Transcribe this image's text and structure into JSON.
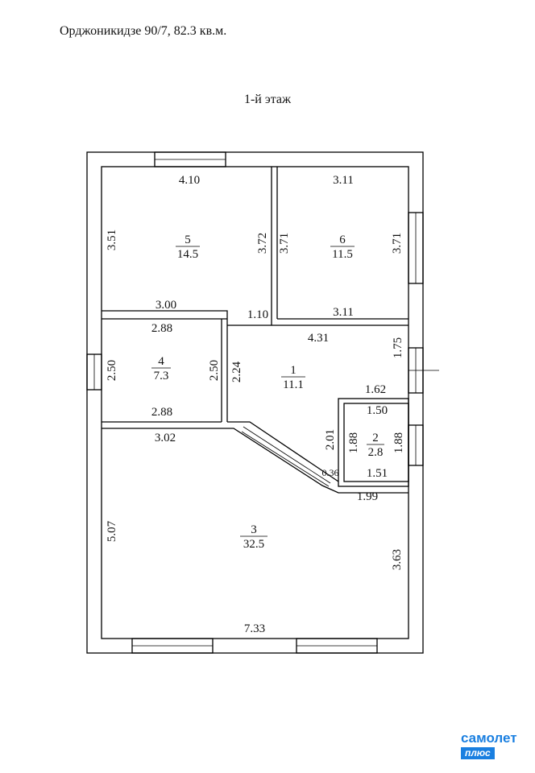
{
  "header": {
    "address": "Орджоникидзе 90/7, 82.3 кв.м.",
    "floor": "1-й  этаж"
  },
  "rooms": [
    {
      "num": "5",
      "area": "14.5"
    },
    {
      "num": "6",
      "area": "11.5"
    },
    {
      "num": "4",
      "area": "7.3"
    },
    {
      "num": "1",
      "area": "11.1"
    },
    {
      "num": "2",
      "area": "2.8"
    },
    {
      "num": "3",
      "area": "32.5"
    }
  ],
  "dimensions": {
    "r5_top": "4.10",
    "r5_left": "3.51",
    "r5_right": "3.72",
    "r5_bottom": "3.00",
    "r6_top": "3.11",
    "r6_left": "3.71",
    "r6_right": "3.71",
    "r6_bottom": "3.11",
    "hall_gap": "1.10",
    "r4_top": "2.88",
    "r4_left": "2.50",
    "r4_right": "2.50",
    "r4_bottom": "2.88",
    "r1_top": "4.31",
    "r1_right": "1.75",
    "r1_left": "2.24",
    "r1_inner": "1.62",
    "r2_top": "1.50",
    "r2_left": "1.88",
    "r2_right": "1.88",
    "r2_bottom": "1.51",
    "r2_outer": "2.01",
    "diag": "0.36",
    "r3_top": "3.02",
    "r3_left": "5.07",
    "r3_right": "3.63",
    "r3_bottom": "7.33",
    "r3_step": "1.99"
  },
  "logo": {
    "line1": "самолет",
    "line2": "плюс"
  },
  "colors": {
    "brand": "#1a7fe0",
    "wall": "#000000"
  }
}
